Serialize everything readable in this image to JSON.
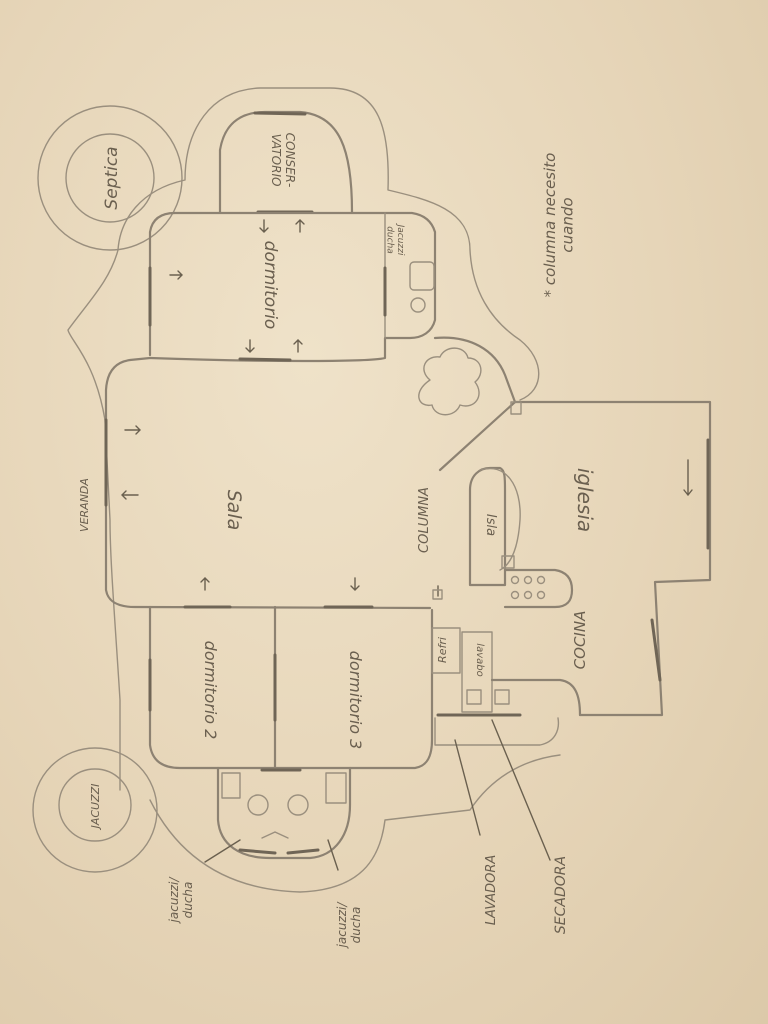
{
  "labels": {
    "septica": "Septica",
    "conservatorio": "CONSER-\nVATORIO",
    "jacuzzi_ducha_small": "Jacuzzi\nducha",
    "dormitorio_top": "dormitorio",
    "veranda": "VERANDA",
    "sala": "Sala",
    "columna": "COLUMNA",
    "isla": "Isla",
    "iglesia": "iglesia",
    "cocina": "COCINA",
    "refri": "Refri",
    "lavabo": "lavabo",
    "dormitorio_2": "dormitorio 2",
    "dormitorio_3": "dormitorio 3",
    "jacuzzi_left": "JACUZZI",
    "jacuzzi_ducha_1": "jacuzzi/\nducha",
    "jacuzzi_ducha_2": "jacuzzi/\nducha",
    "lavadora": "LAVADORA",
    "secadora": "SECADORA",
    "note": "* columna necesito\ncuando"
  },
  "colors": {
    "paper": "#e6d6bb",
    "pencil": "#8d8272",
    "text": "#6a5f4f"
  }
}
